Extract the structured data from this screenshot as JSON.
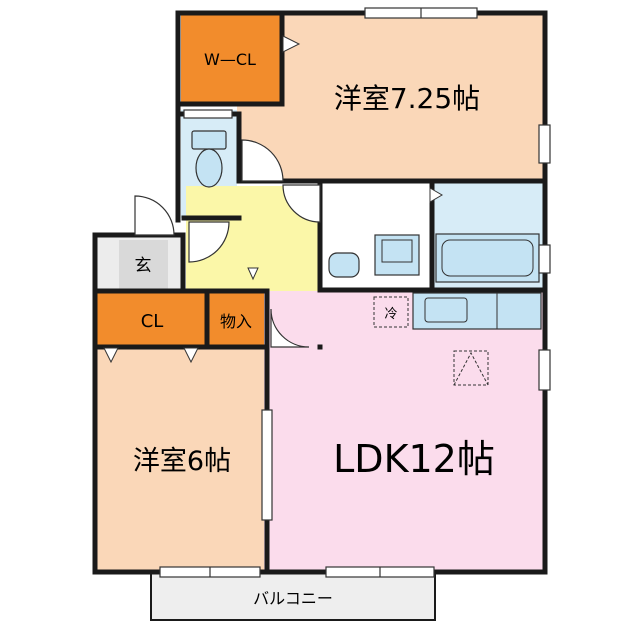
{
  "rooms": {
    "walk_in_closet": "W—CL",
    "western_room_1": "洋室7.25帖",
    "entrance": "玄",
    "closet": "CL",
    "storage": "物入",
    "western_room_2": "洋室6帖",
    "ldk": "LDK12帖",
    "balcony": "バルコニー",
    "fridge_mark": "冷"
  },
  "colors": {
    "western_room": "#fad7b8",
    "closet": "#f28c2c",
    "ldk": "#fbdcec",
    "hall": "#fbf7a8",
    "wet_area": "#d7ecf7",
    "fixture": "#c4e3f3",
    "entrance": "#d9d9d9",
    "balcony": "#eeeeee",
    "wall": "#1a1a1a"
  }
}
